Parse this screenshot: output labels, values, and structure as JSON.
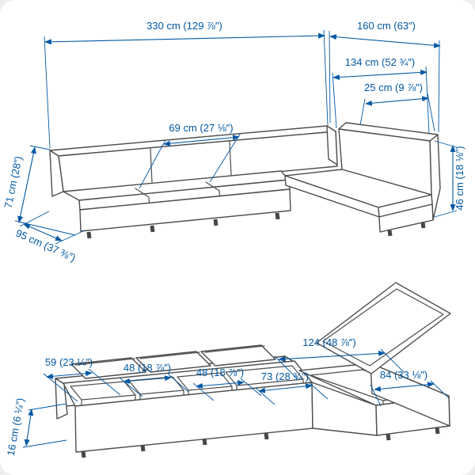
{
  "colors": {
    "dimension_blue": "#0058a3",
    "outline_gray": "#4d4d4d",
    "background": "#ffffff"
  },
  "top_view": {
    "description": "assembled modular sofa with chaise, isometric view",
    "dims": {
      "total_width": "330 cm (129 ⅞″)",
      "chaise_total_depth": "160 cm (63″)",
      "chaise_cushion_length": "134 cm (52 ¾″)",
      "end_cushion_thickness": "25 cm (9 ⅞″)",
      "seat_cushion_width": "69 cm (27 ⅛″)",
      "total_height": "71 cm (28″)",
      "sofa_depth": "95 cm (37 ⅜″)",
      "seat_height": "46 cm (18 ⅛″)"
    }
  },
  "bottom_view": {
    "description": "same sofa with seat storage compartments open, chaise lid raised",
    "dims": {
      "chaise_storage_length": "124 (48 ⅞″)",
      "storage_1_width": "59 (23 ¼″)",
      "storage_2_width": "48 (18 ⅞″)",
      "storage_3_width": "48 (18 ⅞″)",
      "storage_4_width": "73 (28 ¾″)",
      "chaise_storage_width": "84 (33 ⅛″)",
      "storage_inner_depth": "16 cm (6 ¼″)"
    }
  }
}
